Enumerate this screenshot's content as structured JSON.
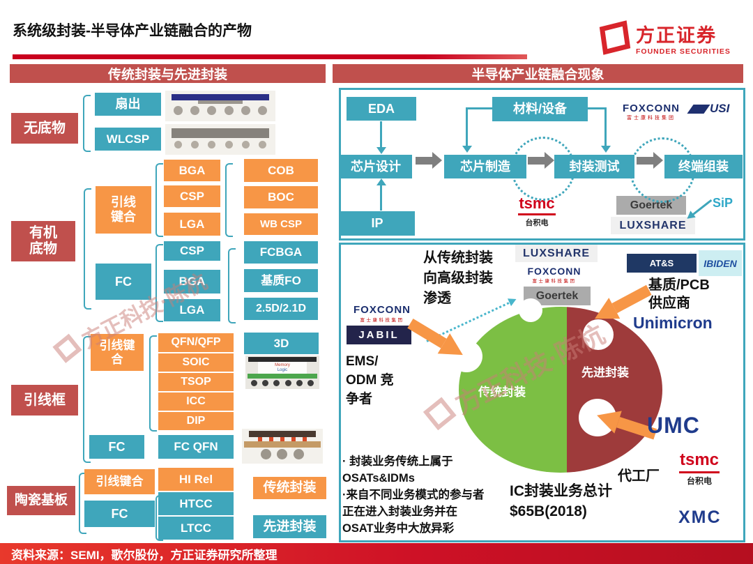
{
  "title": "系统级封装-半导体产业链融合的产物",
  "brand": {
    "cn": "方正证券",
    "en": "FOUNDER SECURITIES"
  },
  "source": "资料来源：SEMI，歌尔股份，方正证券研究所整理",
  "watermark": "方正科技·陈杭",
  "colors": {
    "header_red": "#C0504D",
    "orange": "#F79646",
    "teal": "#3FA6BB",
    "pie_green": "#7CBF44",
    "pie_red": "#9E3B3B",
    "navy": "#1F3B8C",
    "bottom_bar": "#CE1126"
  },
  "left": {
    "header": "传统封装与先进封装",
    "no_substrate": "无底物",
    "organic_l1": "有机",
    "organic_l2": "底物",
    "leadframe": "引线框",
    "ceramic": "陶瓷基板",
    "fanout": "扇出",
    "wlcsp": "WLCSP",
    "wb1_l1": "引线",
    "wb1_l2": "键合",
    "bga1": "BGA",
    "csp1": "CSP",
    "lga1": "LGA",
    "cob": "COB",
    "boc": "BOC",
    "wbcsp": "WB CSP",
    "fc1": "FC",
    "csp2": "CSP",
    "bga2": "BGA",
    "lga2": "LGA",
    "fcbga": "FCBGA",
    "fo": "基质FO",
    "d25": "2.5D/2.1D",
    "wb2_l1": "引线键",
    "wb2_l2": "合",
    "qfnqfp": "QFN/QFP",
    "soic": "SOIC",
    "tsop": "TSOP",
    "icc": "ICC",
    "dip": "DIP",
    "threed": "3D",
    "fc2": "FC",
    "fcqfn": "FC QFN",
    "wb3": "引线键合",
    "hirel": "HI Rel",
    "fc3": "FC",
    "htcc": "HTCC",
    "ltcc": "LTCC",
    "legend_trad": "传统封装",
    "legend_adv": "先进封装",
    "img3d_l1": "Memory",
    "img3d_l2": "Logic"
  },
  "rt": {
    "header": "半导体产业链融合现象",
    "eda": "EDA",
    "materials": "材料/设备",
    "ip": "IP",
    "flow1": "芯片设计",
    "flow2": "芯片制造",
    "flow3": "封装测试",
    "flow4": "终端组装",
    "sip": "SiP",
    "foxconn": "FOXCONN",
    "foxconn_sub": "富士康科技集团",
    "usi": "USI",
    "tsmc": "tsmc",
    "tsmc_sub": "台积电",
    "goertek": "Goertek",
    "luxshare": "LUXSHARE"
  },
  "rb": {
    "pen1": "从传统封装",
    "pen2": "向高级封装",
    "pen3": "渗透",
    "luxshare": "LUXSHARE",
    "foxconn": "FOXCONN",
    "foxconn_sub": "富士康科技集团",
    "goertek": "Goertek",
    "ats": "AT&S",
    "ibiden": "IBIDEN",
    "substrate1": "基质/PCB",
    "substrate2": "供应商",
    "unimicron": "Unimicron",
    "jabil": "JABIL",
    "ems1": "EMS/",
    "ems2": "ODM 竞",
    "ems3": "争者",
    "pie_trad": "传统封装",
    "pie_adv": "先进封装",
    "umc": "UMC",
    "foundry": "代工厂",
    "tsmc": "tsmc",
    "tsmc_sub": "台积电",
    "xmc": "XMC",
    "b1": "· 封装业务传统上属于",
    "b2": "OSATs&IDMs",
    "b3": "·来自不同业务模式的参与者",
    "b4": "正在进入封装业务并在",
    "b5": "OSAT业务中大放异彩",
    "total1": "IC封装业务总计",
    "total2": "$65B(2018)"
  },
  "chart_data": {
    "type": "pie",
    "labels": [
      "传统封装",
      "先进封装"
    ],
    "values": [
      55,
      45
    ],
    "title": "IC封装业务总计 $65B(2018)",
    "colors": [
      "#7CBF44",
      "#9E3B3B"
    ],
    "note": "shares estimated from pie area; only total $65B (2018) is labeled"
  }
}
